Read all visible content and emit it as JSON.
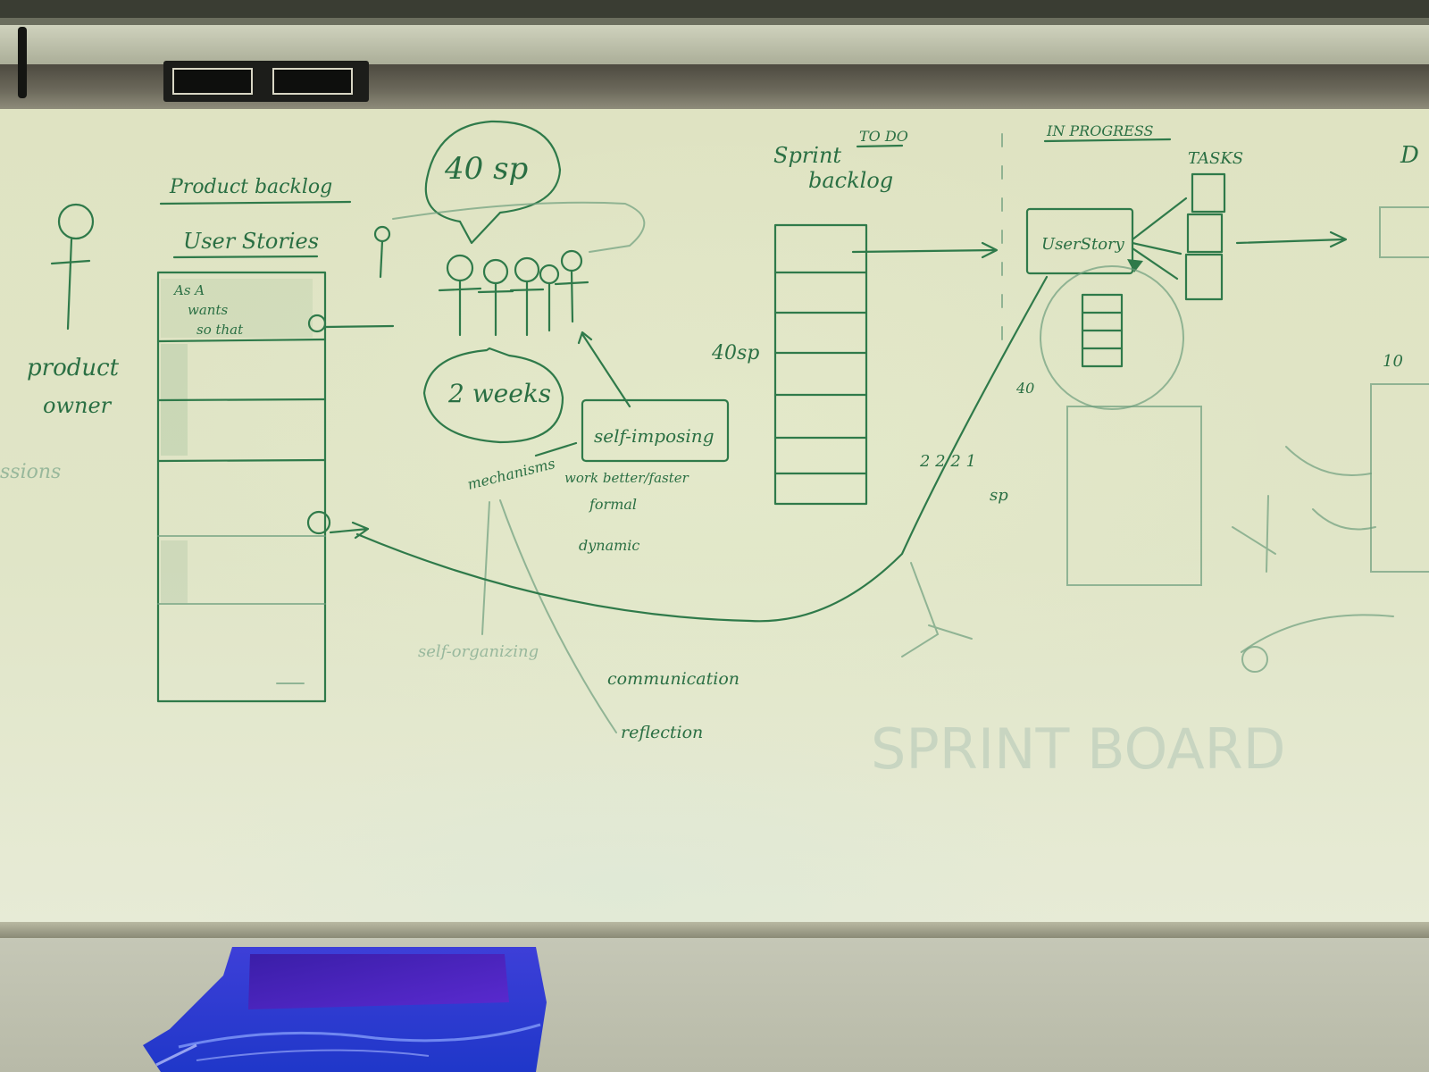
{
  "whiteboard": {
    "product_owner": {
      "label_line1": "product",
      "label_line2": "owner"
    },
    "product_backlog": {
      "title": "Product backlog",
      "subtitle": "User Stories",
      "story_line1": "As A",
      "story_line2": "wants",
      "story_line3": "so that"
    },
    "team": {
      "capacity_bubble": "40 sp",
      "duration_bubble": "2 weeks",
      "self_imposing_box": "self-imposing",
      "mechanisms_label": "mechanisms",
      "work_better_label": "work better/faster",
      "formal_label": "formal",
      "dynamic_label": "dynamic",
      "self_organizing_label": "self-organizing",
      "communication_label": "communication",
      "reflection_label": "reflection"
    },
    "sprint_backlog": {
      "title_line1": "Sprint",
      "title_line2": "backlog",
      "points_label": "40sp"
    },
    "columns": {
      "todo": "TO DO",
      "in_progress": "IN PROGRESS",
      "tasks": "TASKS",
      "done_partial": "D"
    },
    "in_progress_card": "UserStory",
    "remaining_small": "40",
    "sp_label": "sp",
    "ghost_title": "SPRINT BOARD"
  },
  "colors": {
    "ink": "#2f7a4a",
    "board": "#e0e5c7",
    "bin_bag": "#2f49e8"
  }
}
